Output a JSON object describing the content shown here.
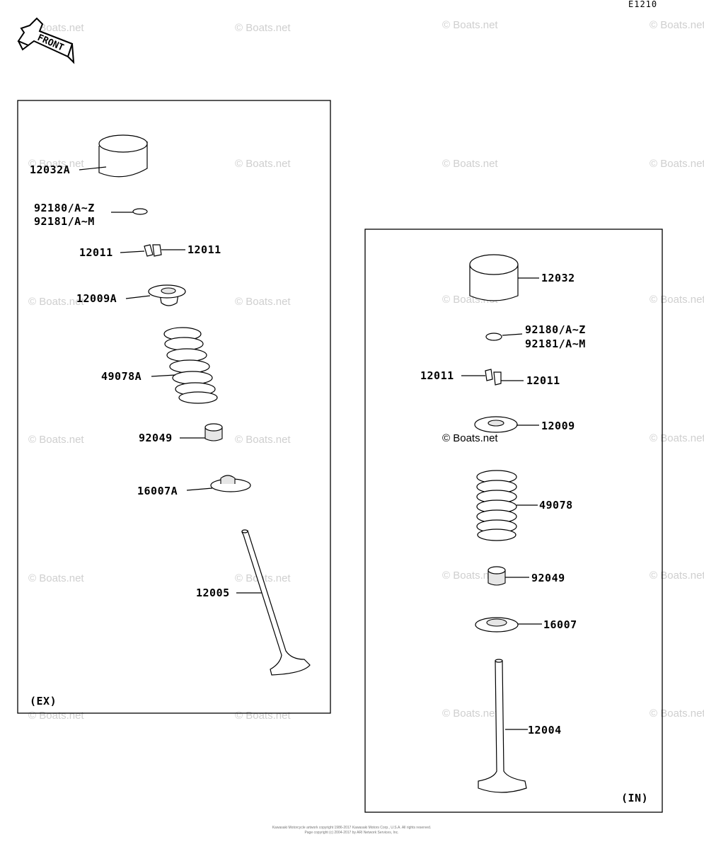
{
  "diagram_code": "E1210",
  "front_label": "FRONT",
  "watermark": "© Boats.net",
  "panels": {
    "exhaust": {
      "tag": "(EX)",
      "labels": {
        "tappet": "12032A",
        "shim_a": "92180/A~Z",
        "shim_b": "92181/A~M",
        "cotter_left": "12011",
        "cotter_right": "12011",
        "retainer": "12009A",
        "spring": "49078A",
        "seal": "92049",
        "seat": "16007A",
        "valve": "12005"
      }
    },
    "intake": {
      "tag": "(IN)",
      "labels": {
        "tappet": "12032",
        "shim_a": "92180/A~Z",
        "shim_b": "92181/A~M",
        "cotter_left": "12011",
        "cotter_right": "12011",
        "retainer": "12009",
        "spring": "49078",
        "seal": "92049",
        "seat": "16007",
        "valve": "12004"
      }
    }
  },
  "footer": {
    "line1": "Kawasaki Motorcycle artwork copyright 1986-2017 Kawasaki Motors Corp., U.S.A. All rights reserved.",
    "line2": "Page copyright (c) 2004-2017 by ARI Network Services, Inc."
  }
}
